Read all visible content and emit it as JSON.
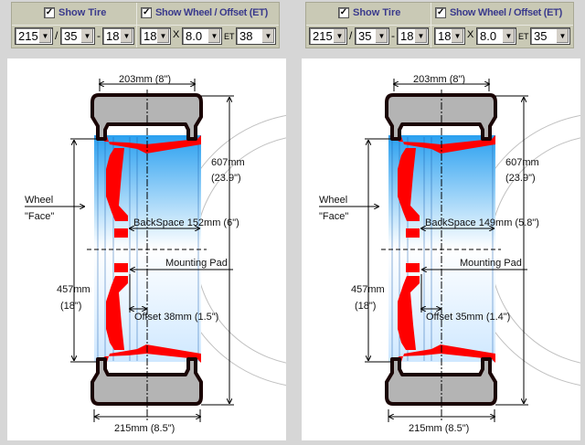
{
  "colors": {
    "header_bg": "#c9c9b5",
    "label": "#3a3a8c",
    "tire": "#b4b4b4",
    "tire_outline": "#1a0505",
    "wheel": "#ff0000",
    "rim_blue": "#3aaaf0"
  },
  "panels": [
    {
      "show_tire": {
        "label": "Show Tire",
        "checked": true
      },
      "show_wheel": {
        "label": "Show Wheel / Offset (ET)",
        "checked": true
      },
      "tire": {
        "width": "215",
        "sep1": "/",
        "aspect": "35",
        "sep2": "-",
        "rim": "18"
      },
      "wheel": {
        "diameter": "18",
        "sep": "X",
        "width": "8.0",
        "et_label": "ET",
        "et": "38"
      },
      "diagram": {
        "top_width": "203mm (8\")",
        "overall_mm": "607mm",
        "overall_in": "(23.9\")",
        "wheel_face_1": "Wheel",
        "wheel_face_2": "\"Face\"",
        "backspace": "BackSpace 152mm (6\")",
        "mounting_pad": "Mounting Pad",
        "rim_mm": "457mm",
        "rim_in": "(18\")",
        "offset": "Offset 38mm (1.5\")",
        "bottom_width": "215mm (8.5\")"
      }
    },
    {
      "show_tire": {
        "label": "Show Tire",
        "checked": true
      },
      "show_wheel": {
        "label": "Show Wheel / Offset (ET)",
        "checked": true
      },
      "tire": {
        "width": "215",
        "sep1": "/",
        "aspect": "35",
        "sep2": "-",
        "rim": "18"
      },
      "wheel": {
        "diameter": "18",
        "sep": "X",
        "width": "8.0",
        "et_label": "ET",
        "et": "35"
      },
      "diagram": {
        "top_width": "203mm (8\")",
        "overall_mm": "607mm",
        "overall_in": "(23.9\")",
        "wheel_face_1": "Wheel",
        "wheel_face_2": "\"Face\"",
        "backspace": "BackSpace 149mm (5.8\")",
        "mounting_pad": "Mounting Pad",
        "rim_mm": "457mm",
        "rim_in": "(18\")",
        "offset": "Offset 35mm (1.4\")",
        "bottom_width": "215mm (8.5\")"
      }
    }
  ]
}
